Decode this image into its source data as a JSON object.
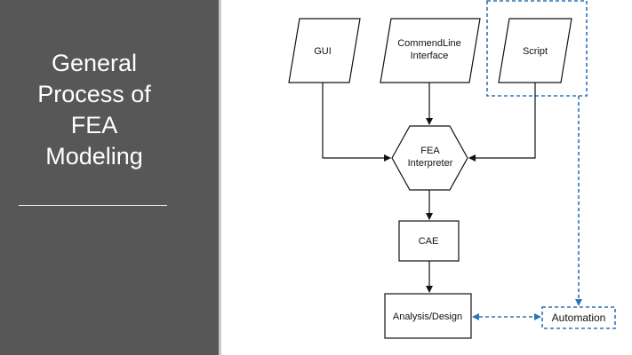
{
  "slide": {
    "title": "General\nProcess of\nFEA\nModeling"
  },
  "diagram": {
    "nodes": {
      "gui": "GUI",
      "cli_line1": "CommendLine",
      "cli_line2": "Interface",
      "script": "Script",
      "interpreter_line1": "FEA",
      "interpreter_line2": "Interpreter",
      "cae": "CAE",
      "analysis": "Analysis/Design",
      "automation": "Automation"
    }
  },
  "colors": {
    "side_panel": "#575757",
    "automation_dashed": "#2e75b6",
    "stroke": "#111111"
  }
}
